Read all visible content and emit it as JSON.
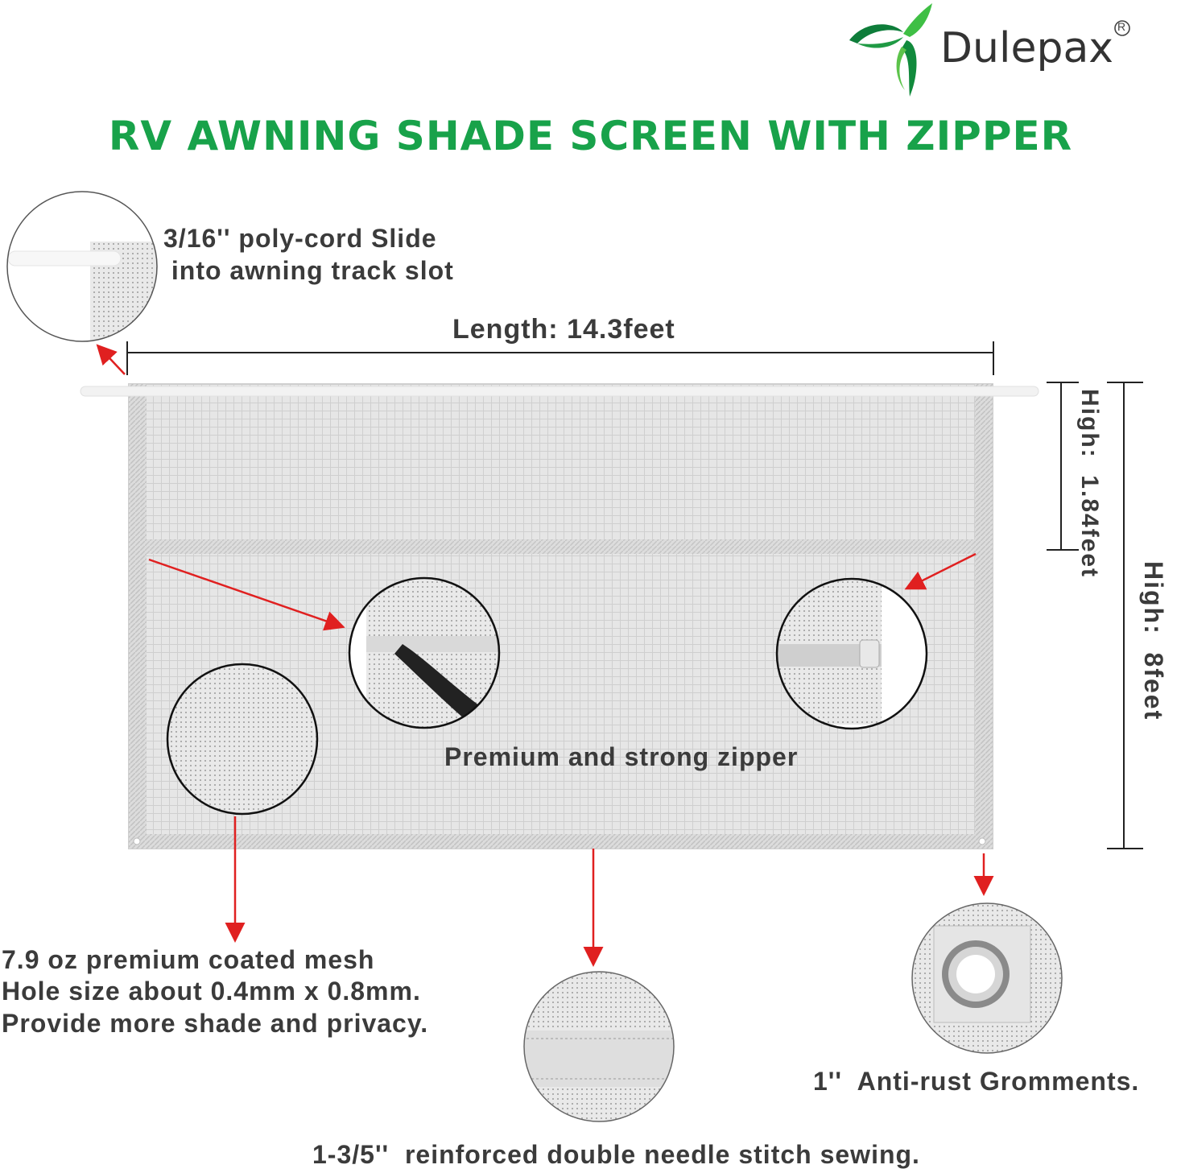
{
  "brand": {
    "name": "Dulepax",
    "registered_mark": "R",
    "colors": {
      "leaf_dark": "#0e7d3a",
      "leaf_light": "#3fbf45"
    }
  },
  "title": "RV AWNING SHADE SCREEN WITH ZIPPER",
  "title_color": "#18a24a",
  "accent_color": "#e02020",
  "callouts": {
    "poly_cord": [
      "3/16'' poly-cord Slide",
      " into awning track slot"
    ],
    "length": "Length: 14.3feet",
    "high_small": "High:  1.84feet",
    "high_large": "High:  8feet",
    "zipper": "Premium and strong zipper",
    "mesh": [
      "7.9 oz premium coated mesh",
      "Hole size about 0.4mm x 0.8mm.",
      "Provide more shade and privacy."
    ],
    "grommets": "1''  Anti-rust Gromments.",
    "stitch": "1-3/5''  reinforced double needle stitch sewing."
  },
  "icons": [
    "leaf-logo-icon",
    "registered-mark-icon"
  ]
}
